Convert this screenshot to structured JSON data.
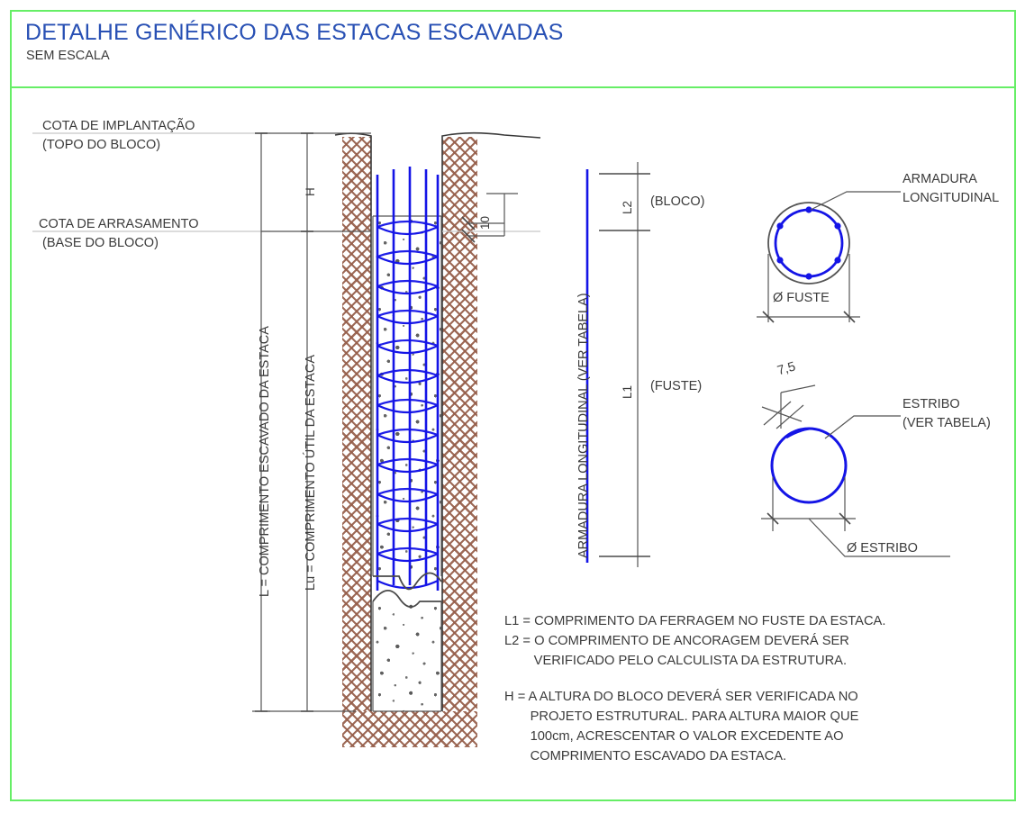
{
  "header": {
    "title": "DETALHE GENÉRICO DAS ESTACAS ESCAVADAS",
    "subtitle": "SEM ESCALA",
    "title_color": "#2850b4",
    "frame_color": "#66ee66"
  },
  "levels": {
    "top_line1": "COTA DE IMPLANTAÇÃO",
    "top_line2": "(TOPO DO BLOCO)",
    "mid_line1": "COTA DE ARRASAMENTO",
    "mid_line2": "(BASE DO BLOCO)"
  },
  "dimensions": {
    "block_height": "H",
    "excavated_length": "L = COMPRIMENTO ESCAVADO DA ESTACA",
    "useful_length": "Lu = COMPRIMENTO ÚTIL DA ESTACA",
    "cover": "10",
    "stirrup_spacing": "7,5"
  },
  "rebar_elevation": {
    "vertical_label": "ARMADURA LONGITUDINAL (VER TABELA)",
    "l2_label": "L2",
    "l2_zone": "(BLOCO)",
    "l1_label": "L1",
    "l1_zone": "(FUSTE)"
  },
  "section_top": {
    "callout_line1": "ARMADURA",
    "callout_line2": "LONGITUDINAL",
    "diameter_label": "Ø FUSTE",
    "rebar_count": 6
  },
  "section_bottom": {
    "callout_line1": "ESTRIBO",
    "callout_line2": "(VER TABELA)",
    "diameter_label": "Ø ESTRIBO",
    "spacing_label": "7,5"
  },
  "notes": {
    "note_l1": "L1 = COMPRIMENTO DA FERRAGEM NO FUSTE DA ESTACA.",
    "note_l2_a": "L2 = O COMPRIMENTO DE ANCORAGEM DEVERÁ SER",
    "note_l2_b": "        VERIFICADO PELO CALCULISTA DA ESTRUTURA.",
    "note_h_a": "H = A ALTURA DO BLOCO DEVERÁ SER VERIFICADA NO",
    "note_h_b": "       PROJETO ESTRUTURAL. PARA ALTURA MAIOR QUE",
    "note_h_c": "       100cm, ACRESCENTAR O VALOR EXCEDENTE AO",
    "note_h_d": "       COMPRIMENTO ESCAVADO DA ESTACA."
  },
  "colors": {
    "rebar_blue": "#1414e6",
    "soil_hatch": "#965e4a",
    "line_gray": "#555555"
  }
}
